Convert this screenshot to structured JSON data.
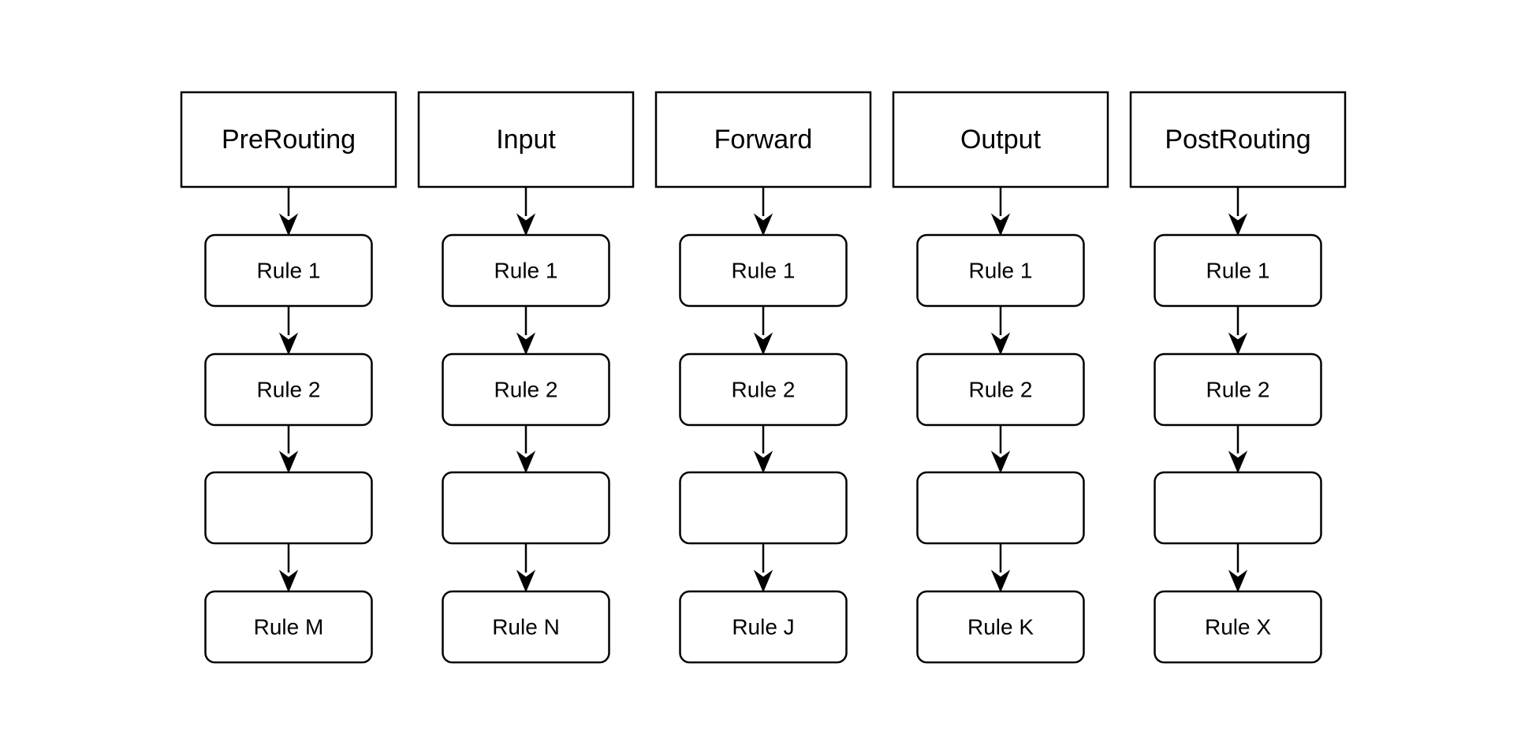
{
  "diagram": {
    "chains": [
      {
        "name": "PreRouting",
        "rules": [
          "Rule 1",
          "Rule 2",
          "",
          "Rule M"
        ]
      },
      {
        "name": "Input",
        "rules": [
          "Rule 1",
          "Rule 2",
          "",
          "Rule N"
        ]
      },
      {
        "name": "Forward",
        "rules": [
          "Rule 1",
          "Rule 2",
          "",
          "Rule J"
        ]
      },
      {
        "name": "Output",
        "rules": [
          "Rule 1",
          "Rule 2",
          "",
          "Rule K"
        ]
      },
      {
        "name": "PostRouting",
        "rules": [
          "Rule 1",
          "Rule 2",
          "",
          "Rule X"
        ]
      }
    ]
  },
  "colors": {
    "stroke": "#000000",
    "fill": "#ffffff",
    "background": "#ffffff"
  }
}
